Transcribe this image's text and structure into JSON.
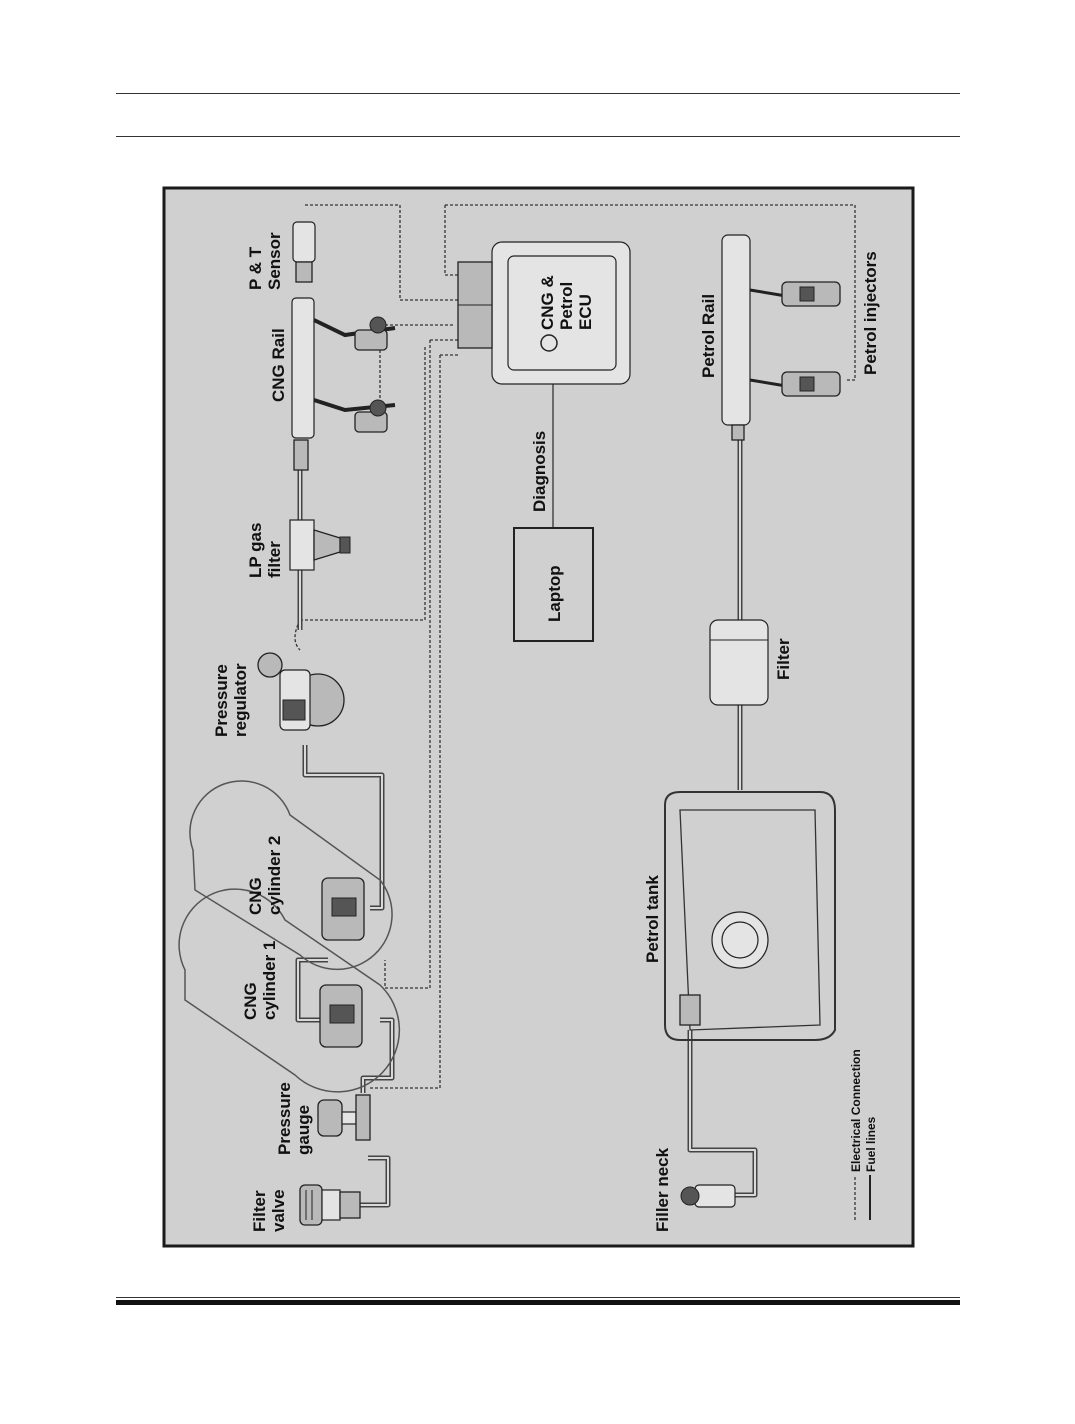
{
  "diagram": {
    "components": {
      "filter_valve": "Filter\nvalve",
      "pressure_gauge": "Pressure\ngauge",
      "cng_cylinder_1": "CNG\ncylinder 1",
      "cng_cylinder_2": "CNG\ncylinder 2",
      "pressure_regulator": "Pressure\nregulator",
      "lp_gas_filter": "LP gas\nfilter",
      "cng_rail": "CNG Rail",
      "pt_sensor": "P & T\nSensor",
      "ecu": "CNG &\nPetrol\nECU",
      "diagnosis": "Diagnosis",
      "laptop": "Laptop",
      "petrol_rail": "Petrol Rail",
      "petrol_injectors": "Petrol injectors",
      "filter": "Filter",
      "petrol_tank": "Petrol tank",
      "filler_neck": "Filler neck"
    },
    "legend": {
      "electrical": "Electrical Connection",
      "fuel": "Fuel lines"
    },
    "colors": {
      "panel_background": "#d0d0d0",
      "panel_border": "#1a1a1a",
      "fuel_line": "#444444",
      "electrical_line": "#333333"
    }
  }
}
